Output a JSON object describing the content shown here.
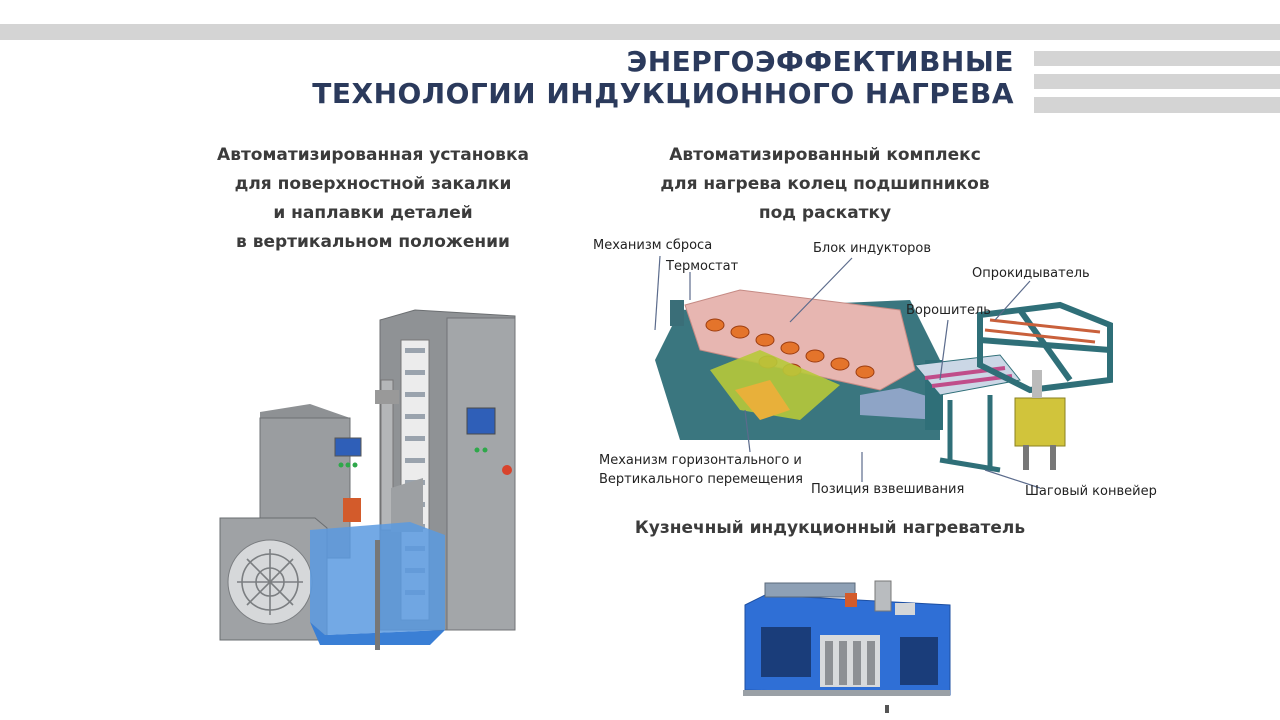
{
  "slide": {
    "title_line1": "ЭНЕРГОЭФФЕКТИВНЫЕ",
    "title_line2": "ТЕХНОЛОГИИ ИНДУКЦИОННОГО НАГРЕВА",
    "colors": {
      "title": "#2b3a5c",
      "stripes": "#d4d4d4",
      "accent_blue": "#3a7fd5",
      "frame_teal": "#2f6f78"
    }
  },
  "left_block": {
    "heading": [
      "Автоматизированная установка",
      "для поверхностной  закалки",
      "и наплавки деталей",
      "в вертикальном положении"
    ]
  },
  "right_block": {
    "heading": [
      "Автоматизированный комплекс",
      "для нагрева колец подшипников",
      "под раскатку"
    ],
    "labels": {
      "reset": "Механизм сброса",
      "thermostat": "Термостат",
      "inductors": "Блок индукторов",
      "tipper": "Опрокидыватель",
      "agitator": "Ворошитель",
      "movement_1": "Механизм горизонтального и",
      "movement_2": "Вертикального перемещения",
      "weighing": "Позиция взвешивания",
      "conveyor": "Шаговый конвейер"
    }
  },
  "bottom_block": {
    "heading": "Кузнечный индукционный нагреватель"
  }
}
